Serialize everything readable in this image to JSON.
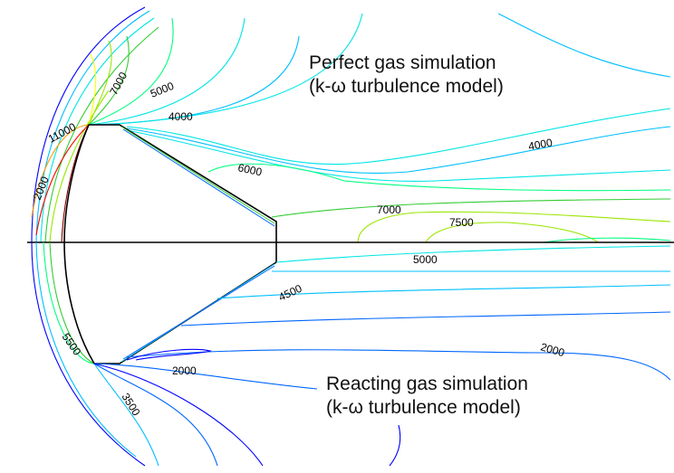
{
  "captions": {
    "top_line1": "Perfect gas simulation",
    "top_line2": "(k-ω turbulence model)",
    "bottom_line1": "Reacting gas simulation",
    "bottom_line2": "(k-ω turbulence model)"
  },
  "contour_labels": {
    "top": [
      "7000",
      "5000",
      "11000",
      "4000",
      "2000",
      "6000",
      "4000",
      "7000",
      "7500",
      "5000"
    ],
    "bottom": [
      "4500",
      "2000",
      "5500",
      "2000",
      "3500"
    ]
  },
  "colors": {
    "body_outline": "#000000",
    "axis": "#000000",
    "background": "#ffffff",
    "palette": [
      "#0000ff",
      "#0066ff",
      "#00bfff",
      "#00e5e5",
      "#00ff80",
      "#33cc33",
      "#99e600",
      "#ffff00",
      "#ff9900",
      "#ff0000",
      "#8b0000"
    ]
  }
}
